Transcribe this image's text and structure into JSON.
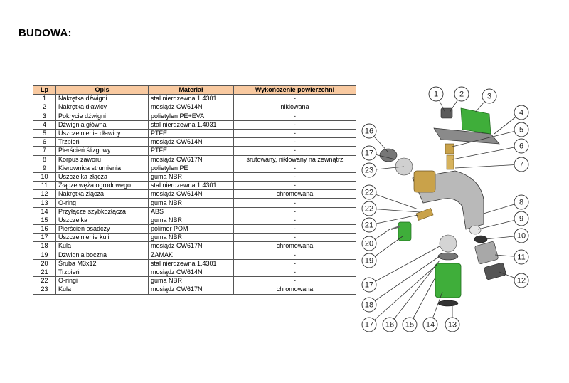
{
  "heading": "BUDOWA:",
  "table": {
    "columns": [
      "Lp",
      "Opis",
      "Materiał",
      "Wykończenie powierzchni"
    ],
    "rows": [
      [
        "1",
        "Nakrętka dźwigni",
        "stal nierdzewna 1.4301",
        "-"
      ],
      [
        "2",
        "Nakrętka dławicy",
        "mosiądz CW614N",
        "niklowana"
      ],
      [
        "3",
        "Pokrycie dźwigni",
        "polietylen PE+EVA",
        "-"
      ],
      [
        "4",
        "Dźwignia główna",
        "stal nierdzewna 1.4031",
        "-"
      ],
      [
        "5",
        "Uszczelnienie dławicy",
        "PTFE",
        "-"
      ],
      [
        "6",
        "Trzpień",
        "mosiądz CW614N",
        "-"
      ],
      [
        "7",
        "Pierścień ślizgowy",
        "PTFE",
        "-"
      ],
      [
        "8",
        "Korpus zaworu",
        "mosiądz CW617N",
        "śrutowany, niklowany na zewnątrz"
      ],
      [
        "9",
        "Kierownica strumienia",
        "polietylen PE",
        "-"
      ],
      [
        "10",
        "Uszczelka złącza",
        "guma NBR",
        "-"
      ],
      [
        "11",
        "Złącze węża ogrodowego",
        "stal nierdzewna 1.4301",
        "-"
      ],
      [
        "12",
        "Nakrętka złącza",
        "mosiądz CW614N",
        "chromowana"
      ],
      [
        "13",
        "O-ring",
        "guma NBR",
        "-"
      ],
      [
        "14",
        "Przyłącze szybkozłącza",
        "ABS",
        "-"
      ],
      [
        "15",
        "Uszczelka",
        "guma NBR",
        "-"
      ],
      [
        "16",
        "Pierścień osadczy",
        "polimer POM",
        "-"
      ],
      [
        "17",
        "Uszczelnienie kuli",
        "guma NBR",
        "-"
      ],
      [
        "18",
        "Kula",
        "mosiądz CW617N",
        "chromowana"
      ],
      [
        "19",
        "Dźwignia boczna",
        "ZAMAK",
        "-"
      ],
      [
        "20",
        "Śruba M3x12",
        "stal nierdzewna 1.4301",
        "-"
      ],
      [
        "21",
        "Trzpień",
        "mosiądz CW614N",
        "-"
      ],
      [
        "22",
        "O-ringi",
        "guma NBR",
        "-"
      ],
      [
        "23",
        "Kula",
        "mosiądz CW617N",
        "chromowana"
      ]
    ]
  },
  "diagram": {
    "callouts": [
      "1",
      "2",
      "3",
      "4",
      "5",
      "6",
      "7",
      "8",
      "9",
      "10",
      "11",
      "12",
      "13",
      "14",
      "15",
      "16",
      "17",
      "17",
      "18",
      "19",
      "20",
      "21",
      "22",
      "22",
      "23",
      "16",
      "17"
    ],
    "colors": {
      "green_part": "#3fae3a",
      "brass": "#c9a24a",
      "chrome": "#a8a8a8",
      "dark": "#3a3a3a"
    }
  }
}
